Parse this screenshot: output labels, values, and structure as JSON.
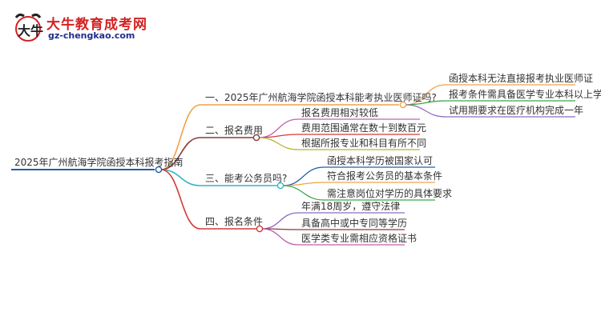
{
  "logo": {
    "brand": "大牛教育成考网",
    "url": "gz-chengkao.com",
    "mark_text": "大牛"
  },
  "root": {
    "label": "2025年广州航海学院函授本科报考指南",
    "color": "#1f5fa8"
  },
  "branches": [
    {
      "label": "一、2025年广州航海学院函授本科能考执业医师证吗?",
      "color": "#f0a24a",
      "children": [
        {
          "label": "函授本科无法直接报考执业医师证",
          "color": "#f0a24a"
        },
        {
          "label": "报考条件需具备医学专业本科以上学历",
          "color": "#3aa64a"
        },
        {
          "label": "试用期要求在医疗机构完成一年",
          "color": "#8e6bbf"
        }
      ]
    },
    {
      "label": "二、报名费用",
      "color": "#8b3a3a",
      "children": [
        {
          "label": "报名费用相对较低",
          "color": "#c060b0"
        },
        {
          "label": "费用范围通常在数十到数百元",
          "color": "#d33a3a"
        },
        {
          "label": "根据所报专业和科目有所不同",
          "color": "#b8b32a"
        }
      ]
    },
    {
      "label": "三、能考公务员吗?",
      "color": "#2fb8c8",
      "children": [
        {
          "label": "函授本科学历被国家认可",
          "color": "#1f5fa8"
        },
        {
          "label": "符合报考公务员的基本条件",
          "color": "#f0a24a"
        },
        {
          "label": "需注意岗位对学历的具体要求",
          "color": "#3aa64a"
        }
      ]
    },
    {
      "label": "四、报名条件",
      "color": "#d33a3a",
      "children": [
        {
          "label": "年满18周岁，遵守法律",
          "color": "#8e6bbf"
        },
        {
          "label": "具备高中或中专同等学历",
          "color": "#8b3a3a"
        },
        {
          "label": "医学类专业需相应资格证书",
          "color": "#c060b0"
        }
      ]
    }
  ]
}
